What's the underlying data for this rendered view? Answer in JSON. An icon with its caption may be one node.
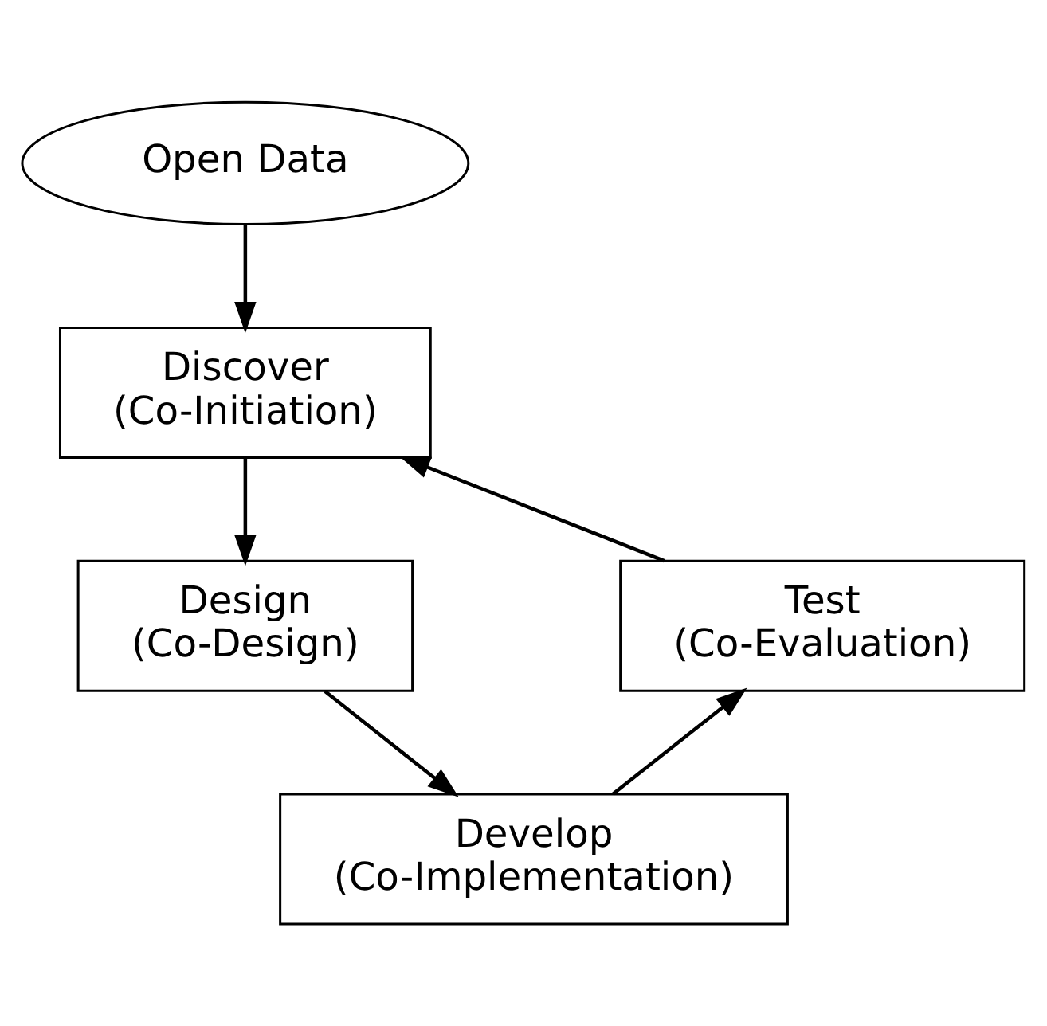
{
  "diagram": {
    "nodes": [
      {
        "text": [
          "Open Data"
        ]
      },
      {
        "text": [
          "Discover",
          "(Co-Initiation)"
        ]
      },
      {
        "text": [
          "Design",
          "(Co-Design)"
        ]
      },
      {
        "text": [
          "Develop",
          "(Co-Implementation)"
        ]
      },
      {
        "text": [
          "Test",
          "(Co-Evaluation)"
        ]
      }
    ],
    "edges": [
      {
        "from": 0,
        "to": 1,
        "arrow": "to"
      },
      {
        "from": 1,
        "to": 2,
        "arrow": "to"
      },
      {
        "from": 2,
        "to": 3,
        "arrow": "to"
      },
      {
        "from": 3,
        "to": 4,
        "arrow": "to"
      },
      {
        "from": 4,
        "to": 1,
        "arrow": "to"
      }
    ]
  }
}
